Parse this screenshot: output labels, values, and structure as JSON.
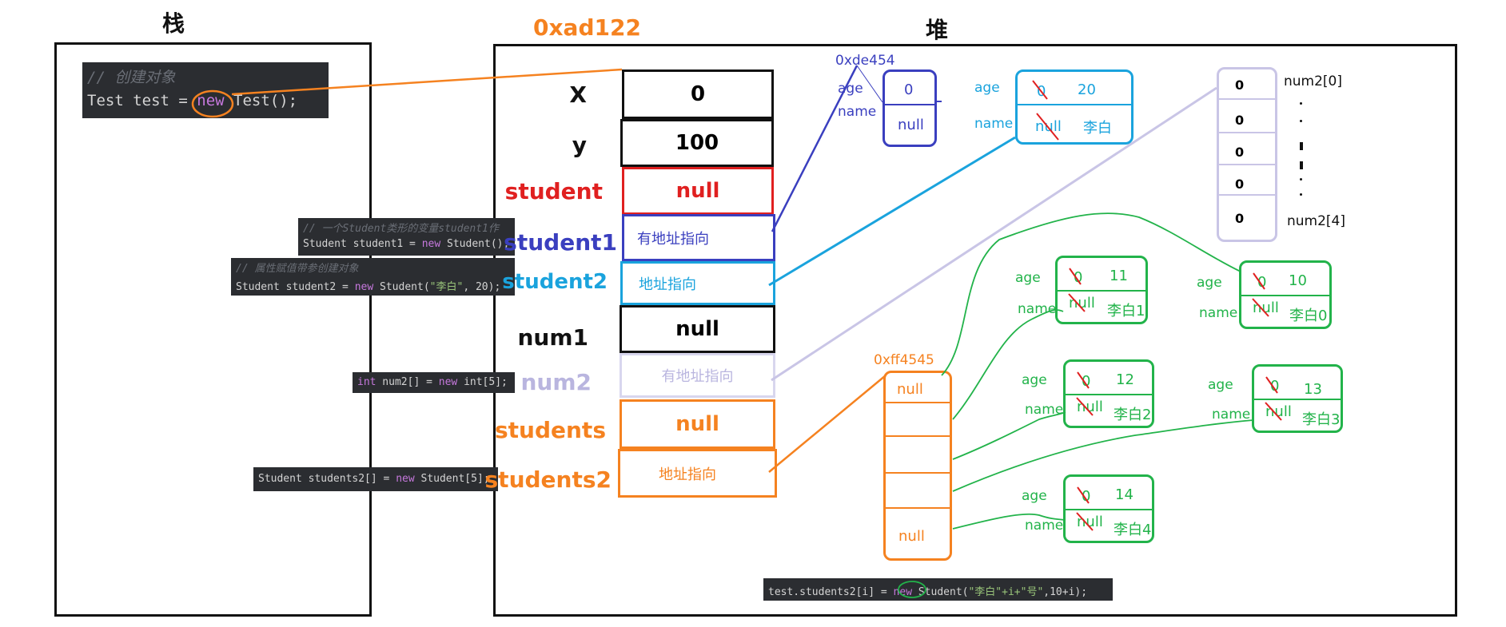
{
  "stack_title": "栈",
  "heap_title": "堆",
  "main_object_address": "0xad122",
  "code_snippets": {
    "create_comment": "// 创建对象",
    "create_code_before": "Test test = ",
    "create_code_kw": "new",
    "create_code_after": " Test();",
    "student1_comment": "// 一个Student类形的变量student1作",
    "student1_code_before": "Student student1 = ",
    "student1_code_kw": "new",
    "student1_code_after": " Student();",
    "student2_comment": "// 属性赋值带参创建对象",
    "student2_code_before": "Student student2 = ",
    "student2_code_kw": "new",
    "student2_code_mid": " Student(",
    "student2_code_str": "\"李白\"",
    "student2_code_after": ", 20);",
    "num2_code_kw1": "int",
    "num2_code_mid": " num2[] = ",
    "num2_code_kw2": "new",
    "num2_code_after": " int[5];",
    "students2_code_before": "Student students2[] = ",
    "students2_code_kw": "new",
    "students2_code_after": " Student[5];",
    "loop_code_before": "test.students2[i] = ",
    "loop_code_kw": "new",
    "loop_code_mid": " Student(",
    "loop_code_str": "\"李白\"+i+\"号\"",
    "loop_code_after": ",10+i);"
  },
  "fields": [
    {
      "name": "X",
      "value": "0",
      "color": "#111111"
    },
    {
      "name": "y",
      "value": "100",
      "color": "#111111"
    },
    {
      "name": "student",
      "value": "null",
      "color": "#e02020"
    },
    {
      "name": "student1",
      "value": "有地址指向",
      "color": "#3a3fbf"
    },
    {
      "name": "student2",
      "value": "地址指向",
      "color": "#1aa3dd"
    },
    {
      "name": "num1",
      "value": "null",
      "color": "#111111"
    },
    {
      "name": "num2",
      "value": "有地址指向",
      "color": "#b9b5df"
    },
    {
      "name": "students",
      "value": "null",
      "color": "#f58220"
    },
    {
      "name": "students2",
      "value": "地址指向",
      "color": "#f58220"
    }
  ],
  "student1_obj": {
    "address": "0xde454",
    "age_label": "age",
    "name_label": "name",
    "age": "0",
    "name": "null"
  },
  "student2_obj": {
    "age_label": "age",
    "name_label": "name",
    "age_old": "0",
    "age": "20",
    "name_old": "null",
    "name": "李白"
  },
  "num2_array": {
    "values": [
      "0",
      "0",
      "0",
      "0",
      "0"
    ],
    "first_label": "num2[0]",
    "last_label": "num2[4]"
  },
  "students2_array": {
    "address": "0xff4545",
    "first": "null",
    "last": "null"
  },
  "student_objects": [
    {
      "age_label": "age",
      "name_label": "name",
      "age_old": "0",
      "age": "11",
      "name_old": "null",
      "name": "李白1"
    },
    {
      "age_label": "age",
      "name_label": "name",
      "age_old": "0",
      "age": "10",
      "name_old": "null",
      "name": "李白0"
    },
    {
      "age_label": "age",
      "name_label": "name",
      "age_old": "0",
      "age": "12",
      "name_old": "null",
      "name": "李白2"
    },
    {
      "age_label": "age",
      "name_label": "name",
      "age_old": "0",
      "age": "13",
      "name_old": "null",
      "name": "李白3"
    },
    {
      "age_label": "age",
      "name_label": "name",
      "age_old": "0",
      "age": "14",
      "name_old": "null",
      "name": "李白4"
    }
  ],
  "colors": {
    "orange": "#f58220",
    "red": "#e02020",
    "indigo": "#3a3fbf",
    "cyan": "#1aa3dd",
    "lavender": "#b9b5df",
    "green": "#22b34a"
  }
}
